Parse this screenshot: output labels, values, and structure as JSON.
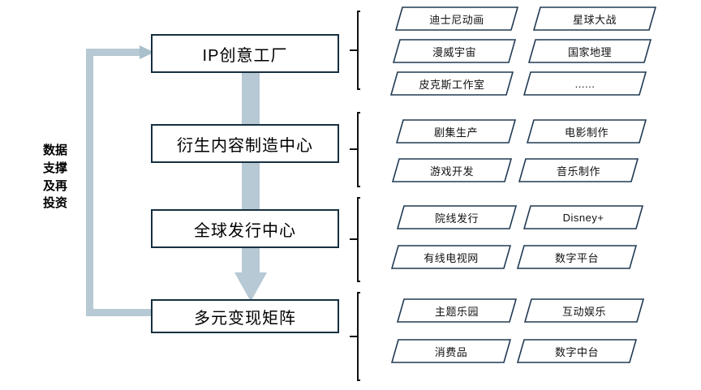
{
  "diagram": {
    "side_label": "数据\n支撑\n及再\n投资",
    "colors": {
      "box_border": "#16303f",
      "chip_border": "#203a52",
      "arrow_fill": "#b6c9d4",
      "bracket": "#111111",
      "text": "#000000",
      "background": "#ffffff"
    },
    "stages": [
      {
        "id": "stage-ip-factory",
        "title": "IP创意工厂",
        "items": [
          "迪士尼动画",
          "星球大战",
          "漫威宇宙",
          "国家地理",
          "皮克斯工作室",
          "......"
        ]
      },
      {
        "id": "stage-derivative-content",
        "title": "衍生内容制造中心",
        "items": [
          "剧集生产",
          "电影制作",
          "游戏开发",
          "音乐制作"
        ]
      },
      {
        "id": "stage-global-distribution",
        "title": "全球发行中心",
        "items": [
          "院线发行",
          "Disney+",
          "有线电视网",
          "数字平台"
        ]
      },
      {
        "id": "stage-monetization-matrix",
        "title": "多元变现矩阵",
        "items": [
          "主题乐园",
          "互动娱乐",
          "消费品",
          "数字中台"
        ]
      }
    ]
  }
}
